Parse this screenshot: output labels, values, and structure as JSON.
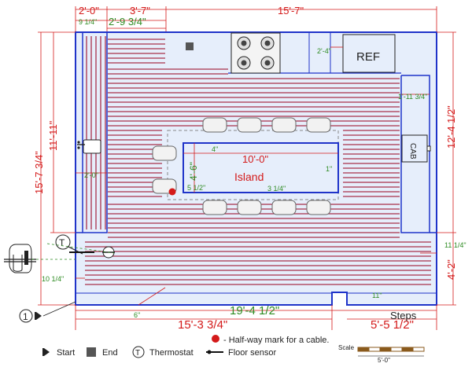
{
  "dimensions": {
    "top_2_0": "2'-0\"",
    "top_3_7": "3'-7\"",
    "top_15_7": "15'-7\"",
    "top_9_14": "9 1/4\"",
    "top_2_9_34": "2'-9 3/4\"",
    "left_15_7_34": "15'-7 3/4\"",
    "left_11_11": "11'-11\"",
    "right_12_4_12": "12'-4 1/2\"",
    "right_4_2": "4'-2\"",
    "bottom_19_4_12": "19'-4 1/2\"",
    "bottom_15_3_34": "15'-3 3/4\"",
    "bottom_5_5_12": "5'-5 1/2\"",
    "island_10_0": "10'-0\"",
    "island_4_6": "4'-6\"",
    "gap_2_4": "2'-4\"",
    "gap_1_11_34": "1'-11 3/4\"",
    "gap_2_0": "2'-0\"",
    "gap_4in": "4\"",
    "gap_1in": "1\"",
    "gap_5_12": "5 1/2\"",
    "gap_3_14": "3 1/4\"",
    "gap_10_14": "10 1/4\"",
    "gap_11_14": "11 1/4\"",
    "gap_11in": "11\"",
    "gap_6in": "6\""
  },
  "labels": {
    "island": "Island",
    "ref": "REF",
    "cab": "CAB",
    "steps": "Steps",
    "start_marker": "1",
    "thermostat_marker": "T"
  },
  "legend": {
    "halfway": "- Half-way mark for a cable.",
    "start": "Start",
    "end": "End",
    "thermostat": "Thermostat",
    "floor_sensor": "Floor sensor",
    "scale_label": "Scale",
    "scale_value": "5'-0\""
  },
  "colors": {
    "wall": "#1f33c9",
    "floor": "#e6eefb",
    "cable": "#a8304a",
    "dimension": "#d41a1a",
    "note": "#2e8b22"
  }
}
